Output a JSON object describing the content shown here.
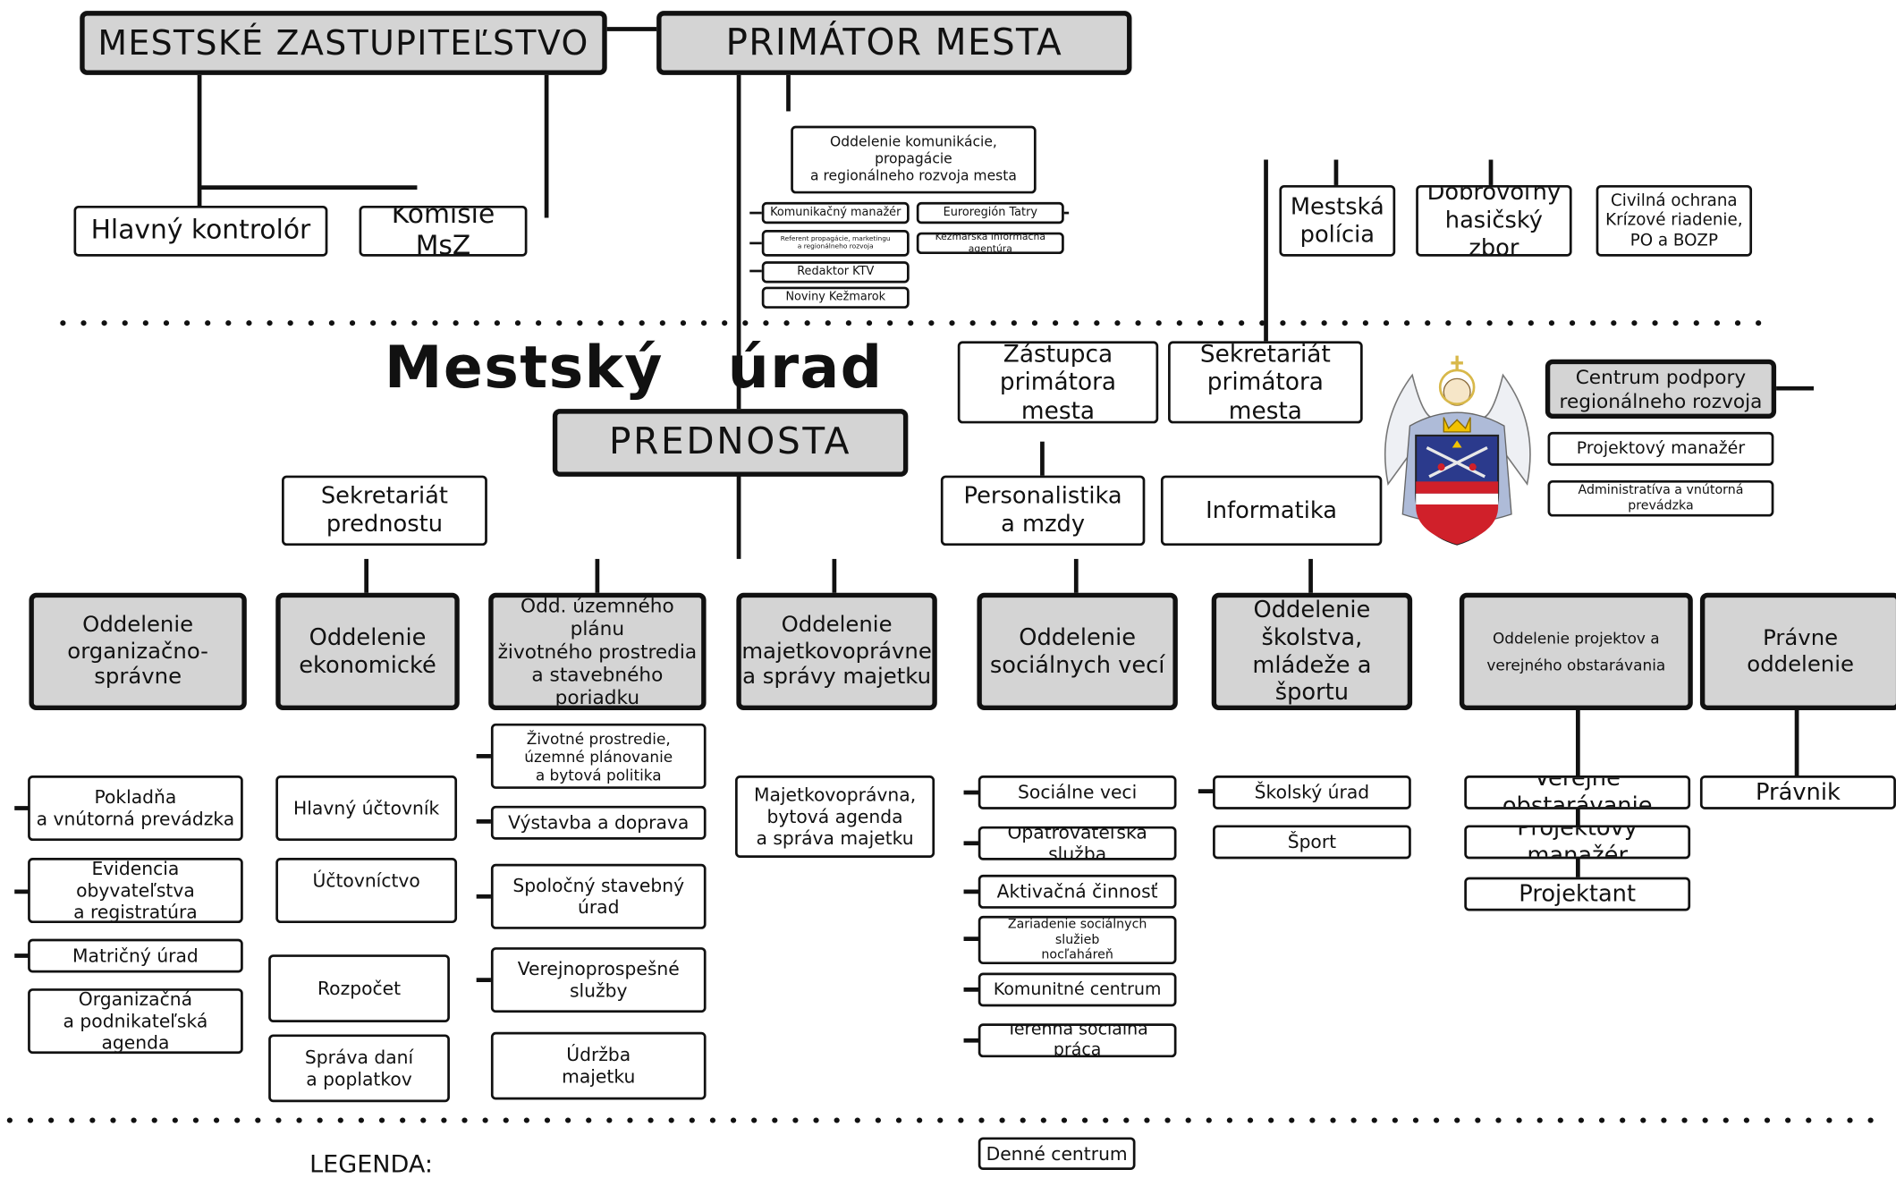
{
  "top": {
    "council": "MESTSKÉ ZASTUPITEĽSTVO",
    "mayor": "PRIMÁTOR MESTA"
  },
  "council_units": {
    "controller": "Hlavný kontrolór",
    "commissions": "Komisie MsZ"
  },
  "communication": {
    "department": "Oddelenie komunikácie, propagácie\na regionálneho rozvoja mesta",
    "items": [
      "Komunikačný manažér",
      "Referent propagácie, marketingu\na regionálneho rozvoja",
      "Redaktor KTV",
      "Noviny Kežmarok"
    ],
    "side_items": [
      "Euroregión Tatry",
      "Kežmarská informačná agentúra"
    ]
  },
  "mayor_units": {
    "police": "Mestská\npolícia",
    "firefighters": "Dobrovoľný\nhasičský zbor",
    "civil": "Civilná ochrana\nKrízové riadenie,\nPO a BOZP",
    "deputy": "Zástupca\nprimátora mesta",
    "secretariat": "Sekretariát\nprimátora mesta"
  },
  "office_title": "Mestský   úrad",
  "regional_center": {
    "title": "Centrum podpory\nregionálneho rozvoja",
    "items": [
      "Projektový manažér",
      "Administratíva a vnútorná prevádzka"
    ]
  },
  "chief": {
    "title": "PREDNOSTA",
    "secretariat": "Sekretariát\nprednostu",
    "hr": "Personalistika\na mzdy",
    "it": "Informatika"
  },
  "departments": [
    {
      "title": "Oddelenie\norganizačno-správne",
      "items": [
        "Pokladňa\na vnútorná prevádzka",
        "Evidencia obyvateľstva\na registratúra",
        "Matričný úrad",
        "Organizačná\na podnikateľská agenda"
      ]
    },
    {
      "title": "Oddelenie\nekonomické",
      "items": [
        "Hlavný účtovník",
        "Účtovníctvo",
        "Rozpočet",
        "Správa daní\na poplatkov"
      ]
    },
    {
      "title": "Odd. územného plánu\nživotného prostredia\na stavebného poriadku",
      "items": [
        "Životné prostredie,\núzemné plánovanie\na bytová politika",
        "Výstavba a doprava",
        "Spoločný stavebný\núrad",
        "Verejnoprospešné\nslužby",
        "Údržba\nmajetku"
      ]
    },
    {
      "title": "Oddelenie\nmajetkovoprávne\na správy majetku",
      "items": [
        "Majetkovoprávna,\nbytová agenda\na správa majetku"
      ]
    },
    {
      "title": "Oddelenie\nsociálnych vecí",
      "items": [
        "Sociálne veci",
        "Opatrovateľská služba",
        "Aktivačná činnosť",
        "Zariadenie sociálnych služieb\nnocľaháreň",
        "Komunitné centrum",
        "Terénna sociálna práca",
        "Denné centrum"
      ]
    },
    {
      "title": "Oddelenie\nškolstva,\nmládeže a športu",
      "items": [
        "Školský úrad",
        "Šport"
      ]
    },
    {
      "title": "Oddelenie projektov a\nverejného obstarávania",
      "items": [
        "Verejné obstarávanie",
        "Projektový manažér",
        "Projektant"
      ]
    },
    {
      "title": "Právne oddelenie",
      "items": [
        "Právnik"
      ]
    }
  ],
  "legend": "LEGENDA:",
  "colors": {
    "box_fill": "#d4d4d4",
    "line": "#111111",
    "emblem_red": "#d0202a",
    "emblem_blue": "#2b3a8c",
    "emblem_gold": "#f2c200"
  }
}
